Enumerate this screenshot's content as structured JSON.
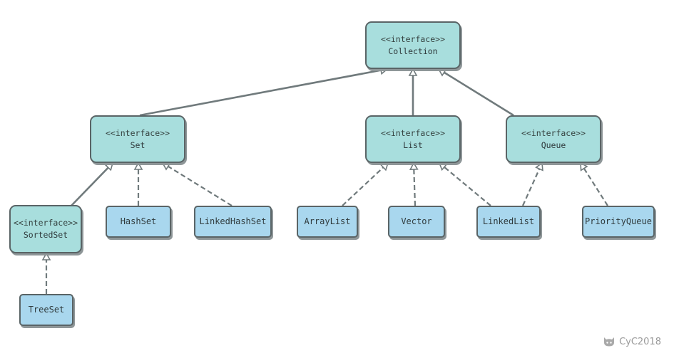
{
  "interfaces": {
    "collection": {
      "stereotype": "<<interface>>",
      "name": "Collection"
    },
    "set": {
      "stereotype": "<<interface>>",
      "name": "Set"
    },
    "list": {
      "stereotype": "<<interface>>",
      "name": "List"
    },
    "queue": {
      "stereotype": "<<interface>>",
      "name": "Queue"
    },
    "sortedset": {
      "stereotype": "<<interface>>",
      "name": "SortedSet"
    }
  },
  "classes": {
    "hashset": "HashSet",
    "linkedhashset": "LinkedHashSet",
    "arraylist": "ArrayList",
    "vector": "Vector",
    "linkedlist": "LinkedList",
    "priorityqueue": "PriorityQueue",
    "treeset": "TreeSet"
  },
  "relations": [
    {
      "from": "set",
      "to": "collection",
      "kind": "extends"
    },
    {
      "from": "list",
      "to": "collection",
      "kind": "extends"
    },
    {
      "from": "queue",
      "to": "collection",
      "kind": "extends"
    },
    {
      "from": "sortedset",
      "to": "set",
      "kind": "extends"
    },
    {
      "from": "hashset",
      "to": "set",
      "kind": "implements"
    },
    {
      "from": "linkedhashset",
      "to": "set",
      "kind": "implements"
    },
    {
      "from": "arraylist",
      "to": "list",
      "kind": "implements"
    },
    {
      "from": "vector",
      "to": "list",
      "kind": "implements"
    },
    {
      "from": "linkedlist",
      "to": "list",
      "kind": "implements"
    },
    {
      "from": "linkedlist",
      "to": "queue",
      "kind": "implements"
    },
    {
      "from": "priorityqueue",
      "to": "queue",
      "kind": "implements"
    },
    {
      "from": "treeset",
      "to": "sortedset",
      "kind": "implements"
    }
  ],
  "colors": {
    "interface_fill": "#a8dedd",
    "class_fill": "#a9d7ee",
    "stroke": "#5a6466",
    "edge": "#707a7c"
  },
  "watermark": {
    "icon": "github-cat-icon",
    "text": "CyC2018"
  }
}
